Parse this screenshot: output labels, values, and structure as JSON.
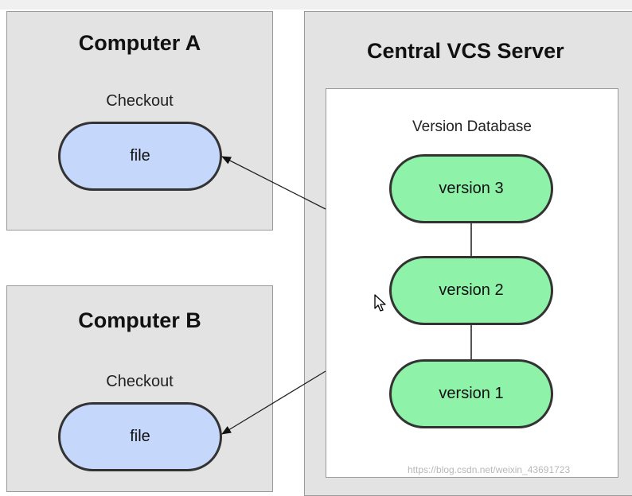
{
  "computer_a": {
    "title": "Computer A",
    "checkout_label": "Checkout",
    "file_label": "file"
  },
  "computer_b": {
    "title": "Computer B",
    "checkout_label": "Checkout",
    "file_label": "file"
  },
  "server": {
    "title": "Central VCS Server",
    "database": {
      "title": "Version Database",
      "versions": [
        "version 3",
        "version 2",
        "version 1"
      ]
    }
  },
  "watermark": "https://blog.csdn.net/weixin_43691723",
  "colors": {
    "file_fill": "#c5d8fb",
    "version_fill": "#8ef2a9",
    "box_fill": "#e3e3e3"
  },
  "icons": [
    "cursor-arrow-icon"
  ]
}
